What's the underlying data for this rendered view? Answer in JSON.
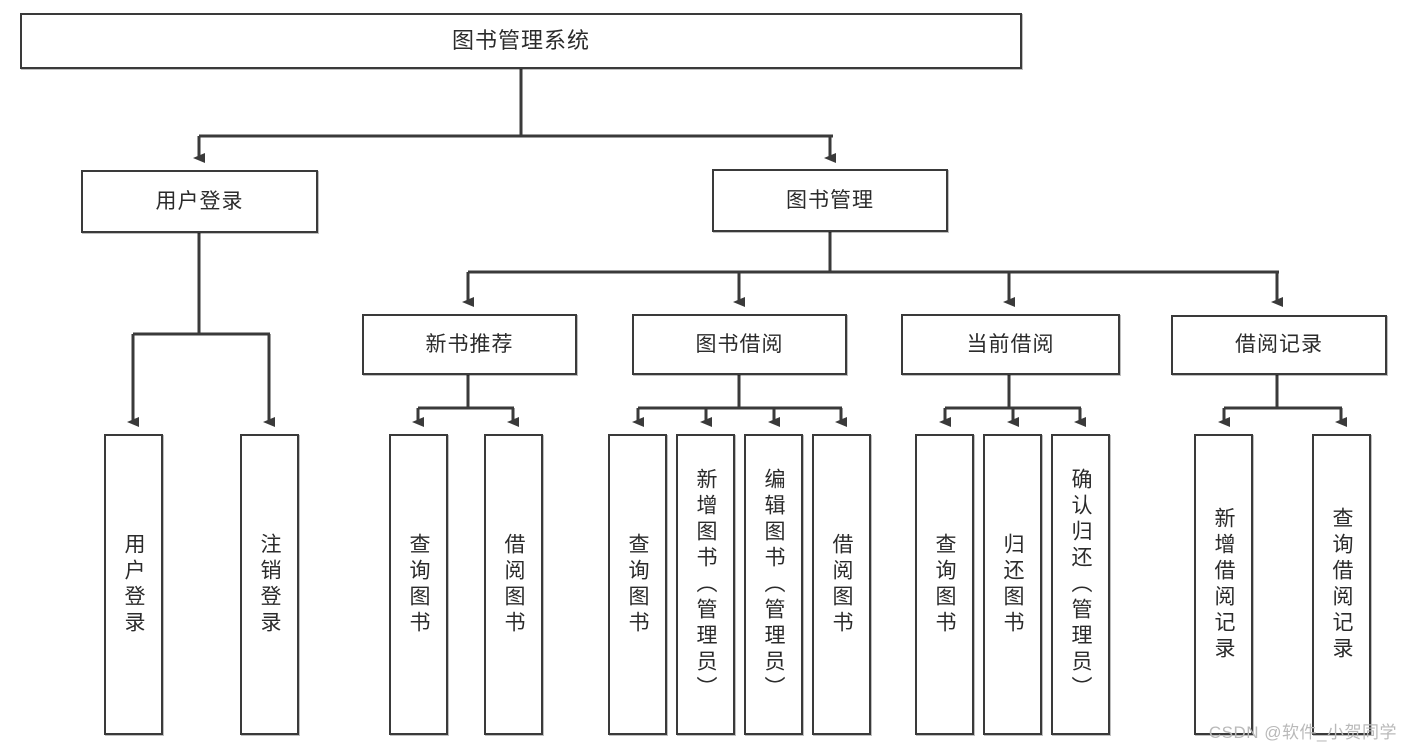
{
  "diagram": {
    "type": "tree-hierarchy",
    "title": "图书管理系统",
    "root": {
      "id": "root",
      "label": "图书管理系统",
      "orientation": "horizontal"
    },
    "level1": [
      {
        "id": "user-login",
        "label": "用户登录",
        "orientation": "horizontal"
      },
      {
        "id": "book-manage",
        "label": "图书管理",
        "orientation": "horizontal"
      }
    ],
    "level2": [
      {
        "id": "new-book-recommend",
        "label": "新书推荐",
        "orientation": "horizontal",
        "parent": "book-manage"
      },
      {
        "id": "book-borrow",
        "label": "图书借阅",
        "orientation": "horizontal",
        "parent": "book-manage"
      },
      {
        "id": "current-borrow",
        "label": "当前借阅",
        "orientation": "horizontal",
        "parent": "book-manage"
      },
      {
        "id": "borrow-record",
        "label": "借阅记录",
        "orientation": "horizontal",
        "parent": "book-manage"
      }
    ],
    "leaves": {
      "user_login": [
        {
          "id": "leaf-user-login",
          "label": "用户登录"
        },
        {
          "id": "leaf-user-logout",
          "label": "注销登录"
        }
      ],
      "new_book_recommend": [
        {
          "id": "leaf-query-book-1",
          "label": "查询图书"
        },
        {
          "id": "leaf-borrow-book-1",
          "label": "借阅图书"
        }
      ],
      "book_borrow": [
        {
          "id": "leaf-query-book-2",
          "label": "查询图书"
        },
        {
          "id": "leaf-add-book",
          "label": "新增图书（管理员）"
        },
        {
          "id": "leaf-edit-book",
          "label": "编辑图书（管理员）"
        },
        {
          "id": "leaf-borrow-book-2",
          "label": "借阅图书"
        }
      ],
      "current_borrow": [
        {
          "id": "leaf-query-book-3",
          "label": "查询图书"
        },
        {
          "id": "leaf-return-book",
          "label": "归还图书"
        },
        {
          "id": "leaf-confirm-return",
          "label": "确认归还（管理员）"
        }
      ],
      "borrow_record": [
        {
          "id": "leaf-add-record",
          "label": "新增借阅记录"
        },
        {
          "id": "leaf-query-record",
          "label": "查询借阅记录"
        }
      ]
    },
    "colors": {
      "stroke": "#3a3a3a",
      "fill": "#ffffff",
      "text": "#2b2b2b",
      "watermark": "#b9b9b9"
    }
  },
  "watermark": {
    "text": "CSDN @软件_小贺同学"
  }
}
